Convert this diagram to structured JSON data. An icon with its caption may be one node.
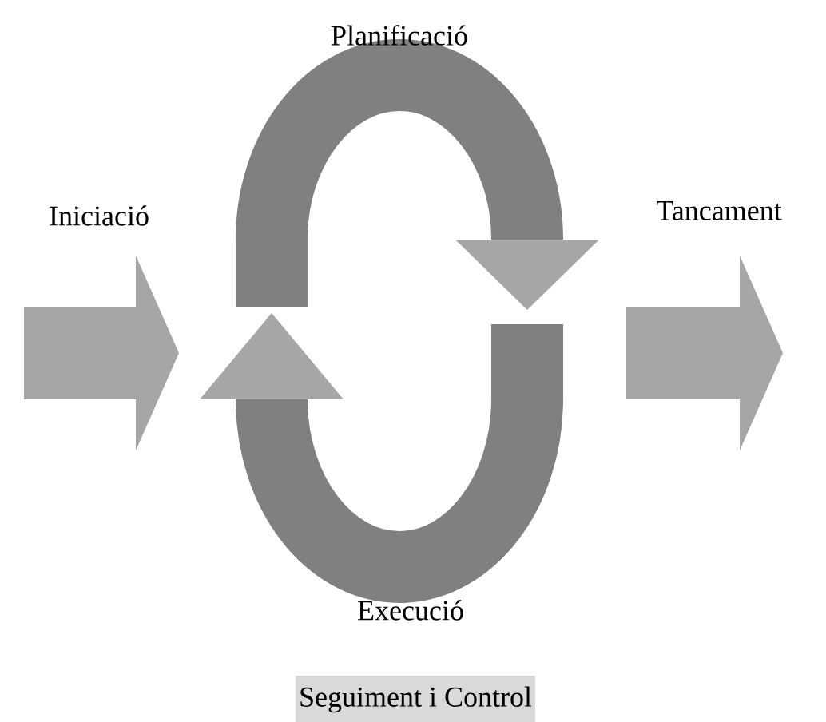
{
  "diagram": {
    "nodes": [
      {
        "text": [
          "Seguiment i Control"
        ]
      }
    ],
    "labels": [
      "Planificació",
      "Iniciació",
      "Tancament",
      "Execució"
    ]
  }
}
